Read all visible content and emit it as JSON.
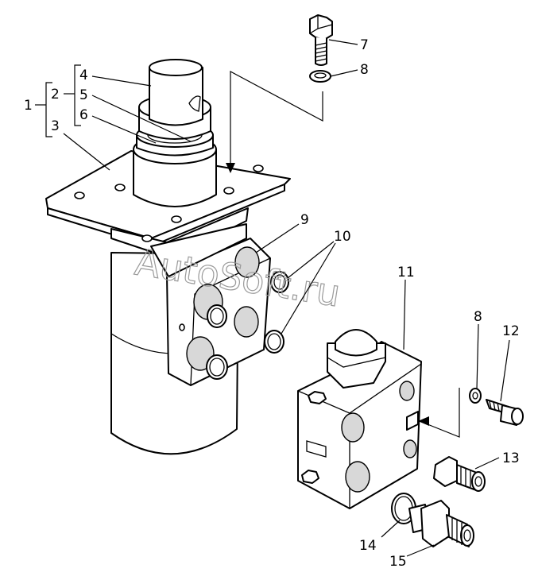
{
  "callouts": {
    "c1": "1",
    "c2": "2",
    "c3": "3",
    "c4": "4",
    "c5": "5",
    "c6": "6",
    "c7": "7",
    "c8a": "8",
    "c8b": "8",
    "c9": "9",
    "c10": "10",
    "c11": "11",
    "c12": "12",
    "c13": "13",
    "c14": "14",
    "c15": "15"
  },
  "watermark": "AutoSoft.ru"
}
